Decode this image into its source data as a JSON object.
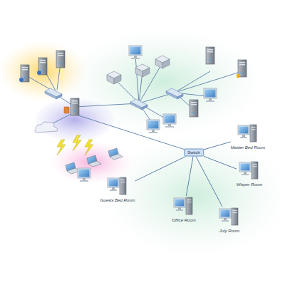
{
  "diagram": {
    "nodes": [
      {
        "text": [
          "Switch"
        ]
      },
      {
        "text": [
          "Master Bed Room"
        ]
      },
      {
        "text": [
          "Wisper Room"
        ]
      },
      {
        "text": [
          "July Room"
        ]
      },
      {
        "text": [
          "Office Room"
        ]
      },
      {
        "text": [
          "Guests Bed Room"
        ]
      }
    ],
    "edges": [
      {
        "from": 0,
        "to": 1,
        "arrow": "none"
      },
      {
        "from": 0,
        "to": 2,
        "arrow": "none"
      },
      {
        "from": 0,
        "to": 3,
        "arrow": "none"
      },
      {
        "from": 0,
        "to": 4,
        "arrow": "none"
      },
      {
        "from": 0,
        "to": 5,
        "arrow": "none"
      }
    ]
  }
}
